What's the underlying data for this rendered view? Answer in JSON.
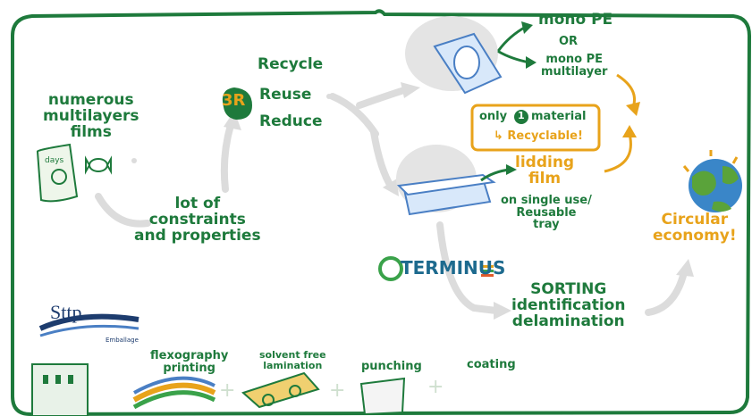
{
  "films": {
    "numerous": "numerous",
    "multilayers": "multilayers",
    "films": "films",
    "bag_text": "days"
  },
  "constraints": {
    "line1": "lot of",
    "line2": "constraints",
    "line3": "and properties"
  },
  "three_r": {
    "badge": "3R",
    "recycle": "Recycle",
    "reuse": "Reuse",
    "reduce": "Reduce"
  },
  "mono": {
    "mono_pe": "mono PE",
    "or": "OR",
    "mono_pe_2": "mono PE",
    "multilayer": "multilayer"
  },
  "material": {
    "only": "only",
    "number": "1",
    "material_word": "material",
    "recyclable": "↳ Recyclable!"
  },
  "lidding": {
    "lidding": "lidding",
    "film": "film",
    "single_use": "on single use/",
    "reusable": "Reusable",
    "tray": "tray"
  },
  "circular": {
    "circular": "Circular",
    "economy": "economy!"
  },
  "terminus": {
    "name": "TERMINUS"
  },
  "sorting": {
    "sorting": "SORTING",
    "identification": "identification",
    "delamination": "delamination"
  },
  "logo": {
    "name": "Sttp",
    "subtitle": "Emballage"
  },
  "processes": {
    "flexography": "flexography",
    "printing": "printing",
    "solvent_free": "solvent free",
    "lamination": "lamination",
    "punching": "punching",
    "coating": "coating"
  },
  "colors": {
    "green": "#1e7a3c",
    "orange": "#e8a31b",
    "grey": "#dcdcdc",
    "blue": "#4a7fc4"
  }
}
